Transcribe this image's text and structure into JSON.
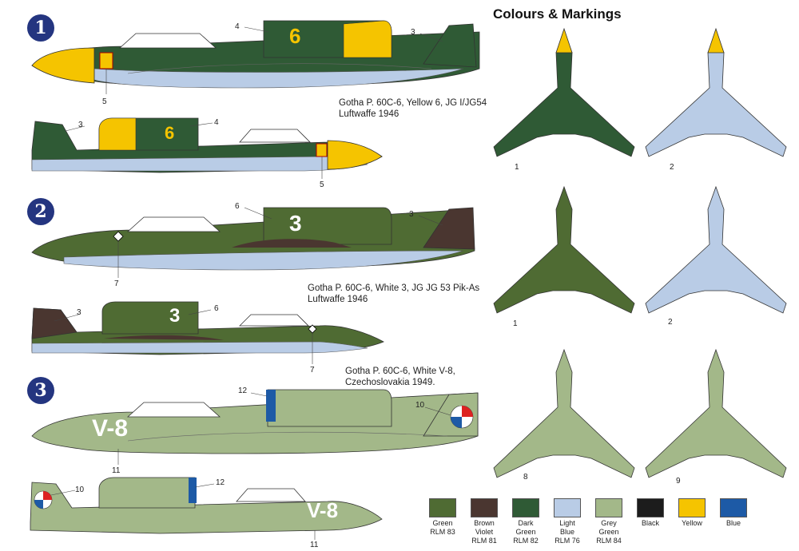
{
  "heading": "Colours & Markings",
  "schemes": [
    {
      "number": "1",
      "caption_line1": "Gotha P. 60C-6, Yellow 6, JG I/JG54",
      "caption_line2": "Luftwaffe 1946",
      "code": "6"
    },
    {
      "number": "2",
      "caption_line1": "Gotha P. 60C-6, White 3, JG JG 53 Pik-As",
      "caption_line2": "Luftwaffe 1946",
      "code": "3"
    },
    {
      "number": "3",
      "caption_line1": "Gotha P. 60C-6, White V-8,",
      "caption_line2": "Czechoslovakia 1949.",
      "code": "V-8"
    }
  ],
  "callouts": {
    "c1a": "4",
    "c1b": "3",
    "c1c": "5",
    "c1d": "3",
    "c1e": "4",
    "c1f": "5",
    "c2a": "6",
    "c2b": "3",
    "c2c": "7",
    "c2d": "3",
    "c2e": "6",
    "c2f": "7",
    "c3a": "12",
    "c3b": "10",
    "c3c": "11",
    "c3d": "10",
    "c3e": "12",
    "c3f": "11",
    "t1": "1",
    "t2": "2",
    "t3": "1",
    "t4": "2",
    "t5": "8",
    "t6": "9"
  },
  "colors": {
    "green_rlm83": "#4f6b33",
    "brown_violet_rlm81": "#4a3630",
    "dark_green_rlm82": "#2f5a35",
    "light_blue_rlm76": "#b9cce6",
    "grey_green_rlm84": "#a3b889",
    "black": "#1c1c1c",
    "yellow": "#f5c400",
    "blue": "#1d5aa6"
  },
  "palette": [
    {
      "l1": "Green",
      "l2": "RLM 83",
      "l3": "",
      "color": "#4f6b33"
    },
    {
      "l1": "Brown",
      "l2": "Violet",
      "l3": "RLM 81",
      "color": "#4a3630"
    },
    {
      "l1": "Dark",
      "l2": "Green",
      "l3": "RLM 82",
      "color": "#2f5a35"
    },
    {
      "l1": "Light",
      "l2": "Blue",
      "l3": "RLM 76",
      "color": "#b9cce6"
    },
    {
      "l1": "Grey",
      "l2": "Green",
      "l3": "RLM 84",
      "color": "#a3b889"
    },
    {
      "l1": "Black",
      "l2": "",
      "l3": "",
      "color": "#1c1c1c"
    },
    {
      "l1": "Yellow",
      "l2": "",
      "l3": "",
      "color": "#f5c400"
    },
    {
      "l1": "Blue",
      "l2": "",
      "l3": "",
      "color": "#1d5aa6"
    }
  ]
}
